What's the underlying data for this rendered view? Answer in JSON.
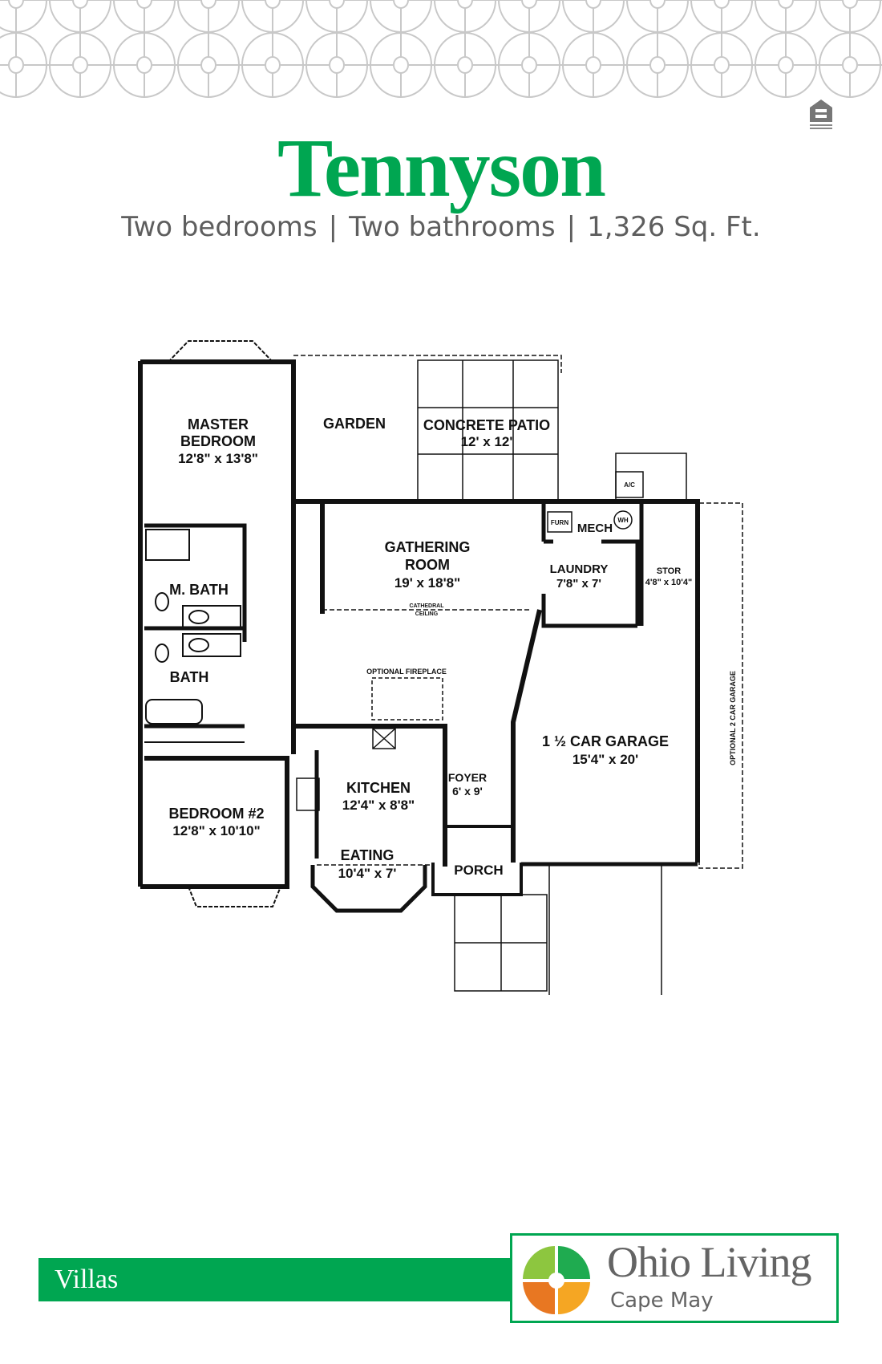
{
  "header": {
    "pattern": "decorative-quatrefoil-pattern",
    "equal_housing_icon": "equal-housing-opportunity-icon"
  },
  "title": "Tennyson",
  "specs": {
    "bedrooms": "Two bedrooms",
    "bathrooms": "Two bathrooms",
    "area": "1,326 Sq. Ft.",
    "separator": "|"
  },
  "floorplan": {
    "rooms": [
      {
        "name": "MASTER",
        "name2": "BEDROOM",
        "size": "12'8\" x 13'8\""
      },
      {
        "name": "GARDEN"
      },
      {
        "name": "CONCRETE PATIO",
        "size": "12' x 12'"
      },
      {
        "name": "M. BATH"
      },
      {
        "name": "BATH"
      },
      {
        "name": "GATHERING",
        "name2": "ROOM",
        "size": "19' x 18'8\""
      },
      {
        "name": "LAUNDRY",
        "size": "7'8\" x 7'"
      },
      {
        "name": "MECH"
      },
      {
        "name": "STOR",
        "size": "4'8\" x 10'4\""
      },
      {
        "name": "1 ½ CAR GARAGE",
        "size": "15'4\" x 20'"
      },
      {
        "name": "BEDROOM #2",
        "size": "12'8\" x 10'10\""
      },
      {
        "name": "KITCHEN",
        "size": "12'4\" x 8'8\""
      },
      {
        "name": "FOYER",
        "size": "6' x 9'"
      },
      {
        "name": "EATING",
        "size": "10'4\" x 7'"
      },
      {
        "name": "PORCH"
      }
    ],
    "annotations": {
      "cathedral": "CATHEDRAL",
      "ceiling": "CEILING",
      "fireplace": "OPTIONAL FIREPLACE",
      "optional_garage": "OPTIONAL 2 CAR GARAGE",
      "furnace": "FURN",
      "water_heater": "WH",
      "ac": "A/C"
    }
  },
  "footer": {
    "category": "Villas",
    "brand": "Ohio Living",
    "location": "Cape May",
    "colors": {
      "green": "#00a651",
      "lime": "#8dc63f",
      "orange": "#e87722",
      "gold": "#f5a623",
      "gray": "#646464"
    }
  }
}
